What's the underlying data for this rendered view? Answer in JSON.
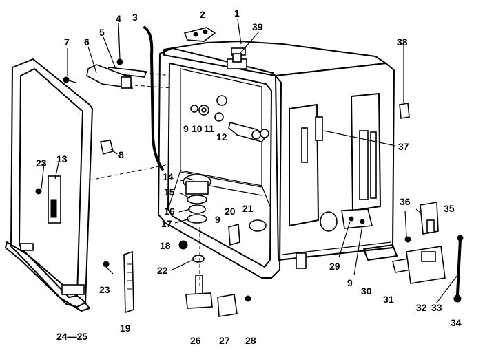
{
  "labels": [
    "1",
    "2",
    "3",
    "4",
    "5",
    "6",
    "7",
    "8",
    "9",
    "10",
    "11",
    "12",
    "13",
    "14",
    "15",
    "16",
    "17",
    "18",
    "19",
    "20",
    "21",
    "22",
    "23",
    "24",
    "25",
    "26",
    "27",
    "28",
    "29",
    "30",
    "31",
    "32",
    "33",
    "34",
    "35",
    "36",
    "37",
    "38",
    "39"
  ],
  "label_texts": {
    "l1": "1",
    "l2": "2",
    "l3": "3",
    "l4": "4",
    "l5": "5",
    "l6": "6",
    "l7": "7",
    "l8": "8",
    "l9a": "9",
    "l9b": "9",
    "l9c": "9",
    "l10": "10",
    "l11": "11",
    "l12": "12",
    "l13": "13",
    "l14": "14",
    "l15": "15",
    "l16": "16",
    "l17": "17",
    "l18": "18",
    "l19": "19",
    "l20": "20",
    "l21": "21",
    "l22": "22",
    "l23a": "23",
    "l23b": "23",
    "l24_25": "24—25",
    "l26": "26",
    "l27": "27",
    "l28": "28",
    "l29": "29",
    "l30": "30",
    "l31": "31",
    "l32": "32",
    "l33": "33",
    "l34": "34",
    "l35": "35",
    "l36": "36",
    "l37": "37",
    "l38": "38",
    "l39": "39"
  },
  "colors": {
    "ink": "#000000",
    "paper": "#ffffff"
  }
}
